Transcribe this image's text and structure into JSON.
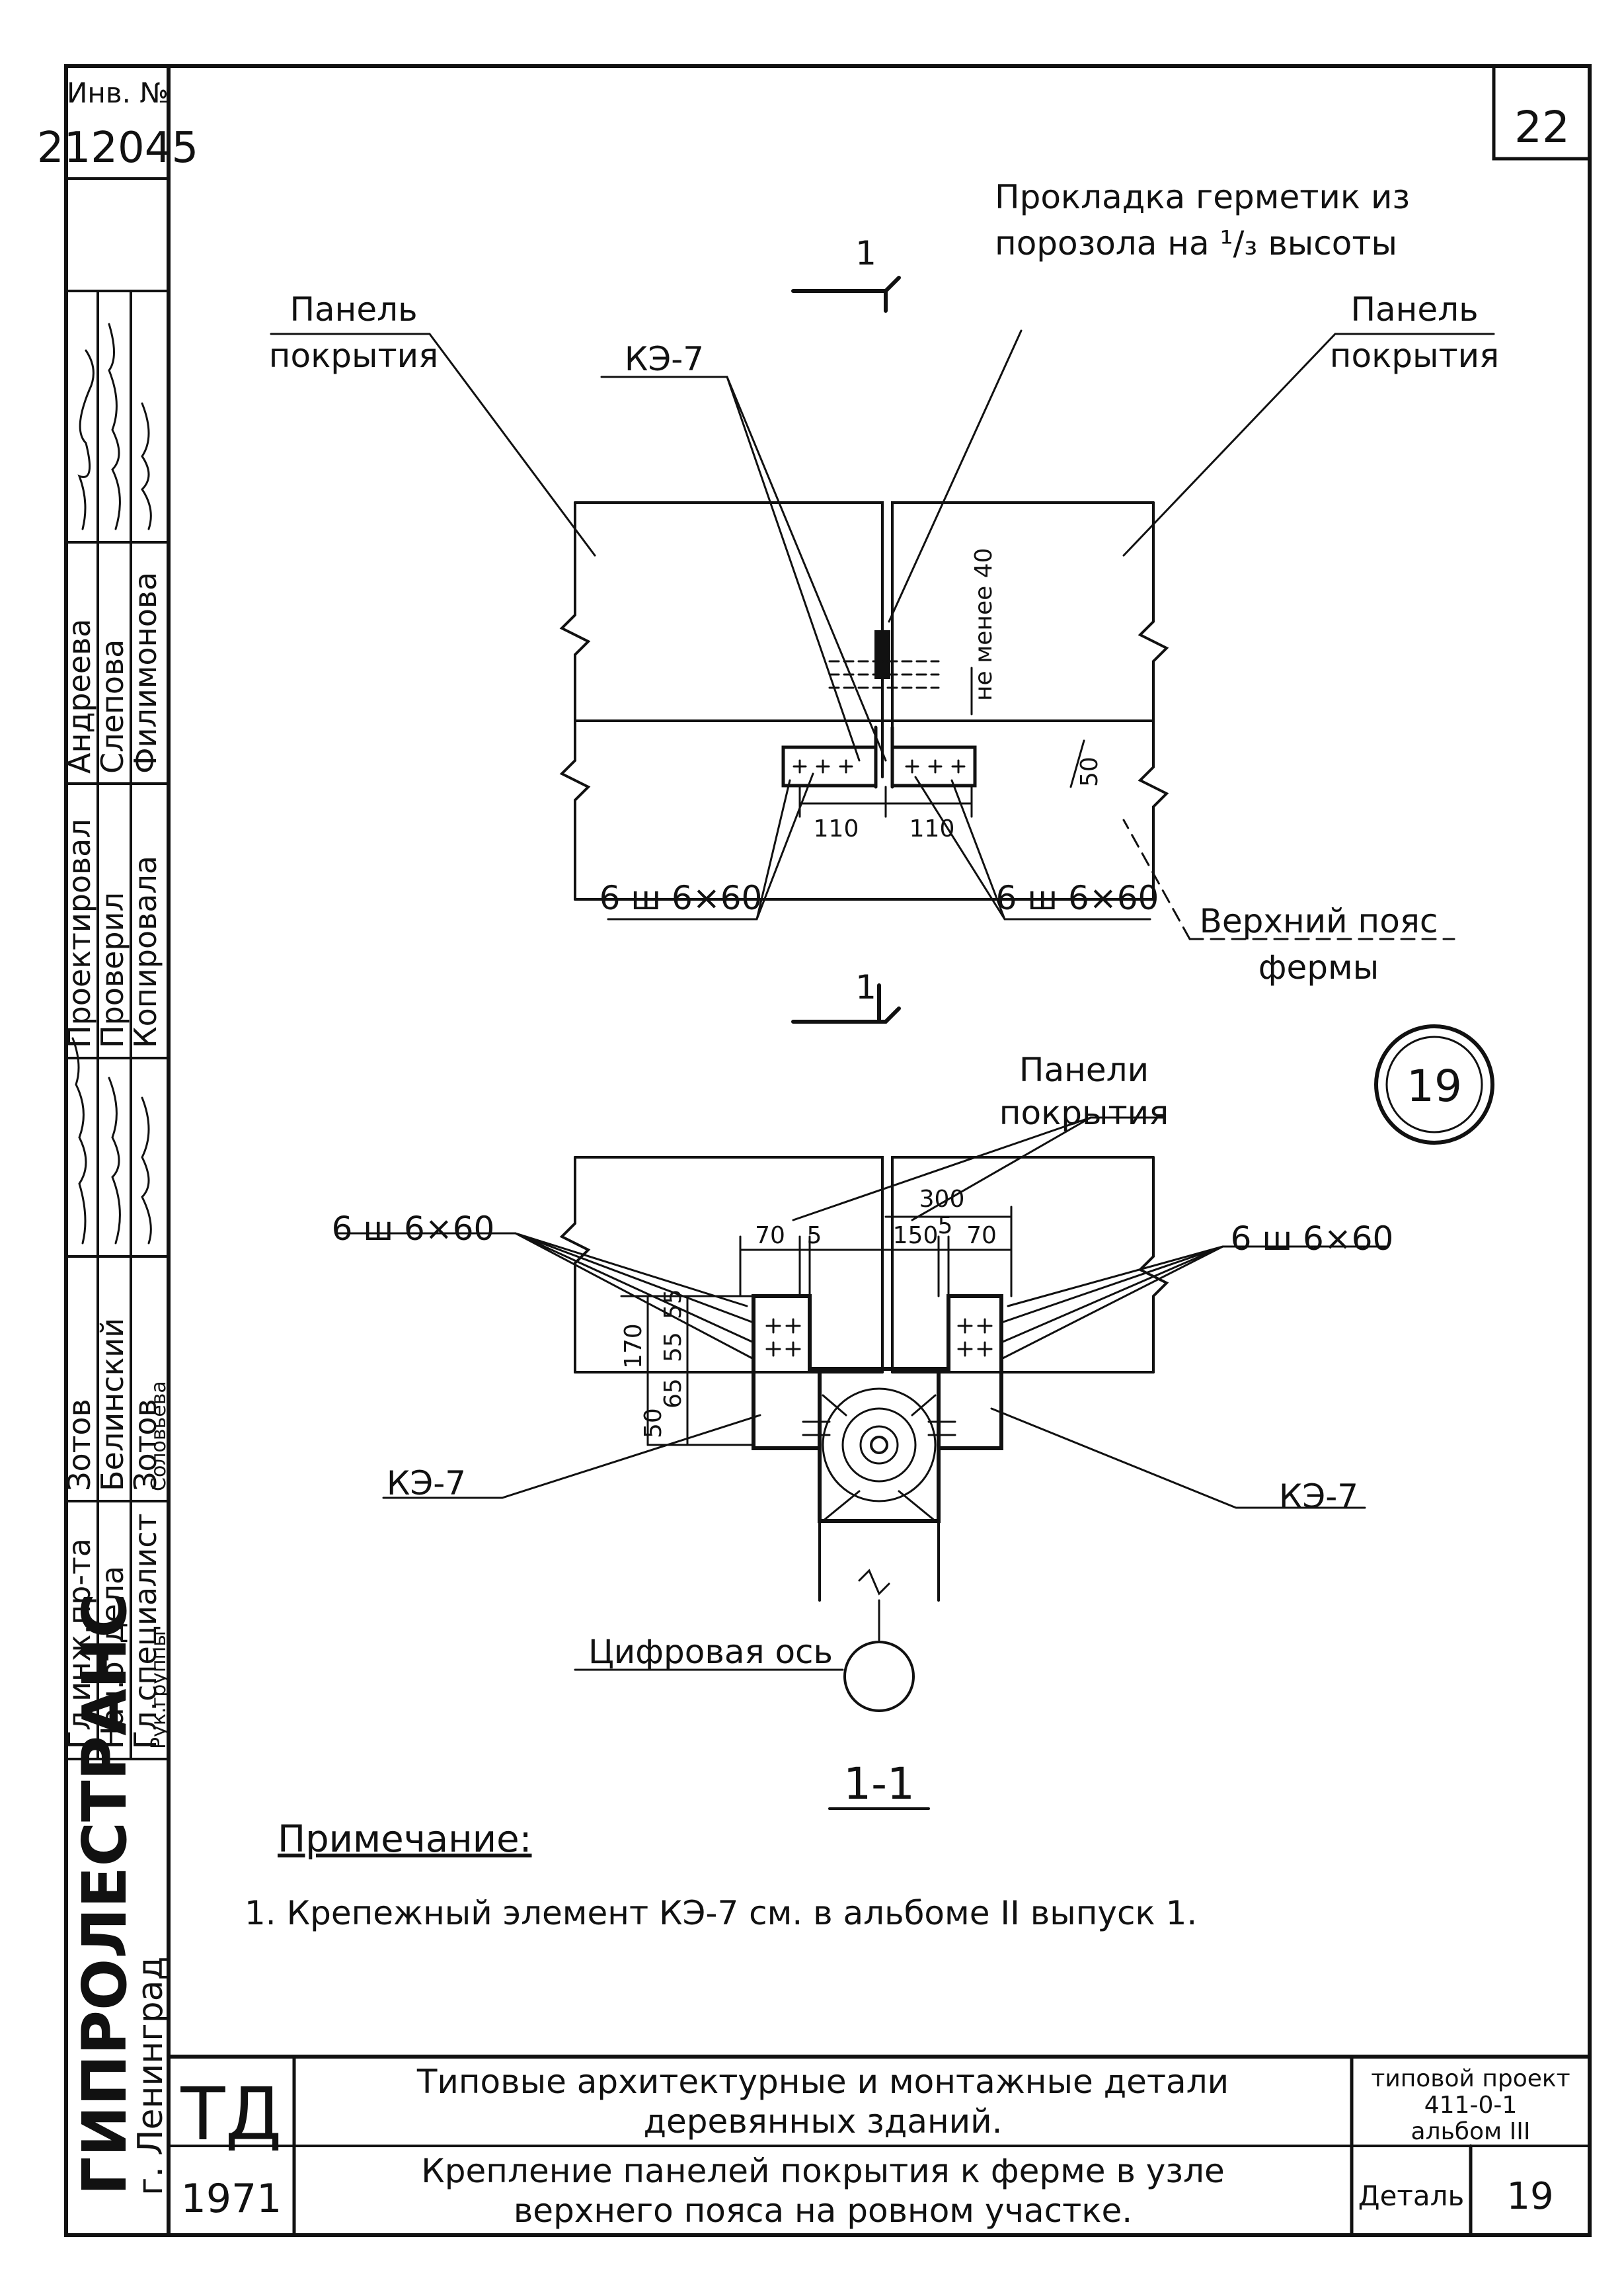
{
  "sheet_number": "22",
  "inventory": {
    "label": "Инв. №",
    "number": "212045"
  },
  "stamp": {
    "roles": [
      {
        "title": "Гл.инж.пр-та",
        "name": "Зотов"
      },
      {
        "title": "Нач.отдела",
        "name": "Белинский"
      },
      {
        "title": "Гл.специалист",
        "name": "Зотов"
      },
      {
        "title": "Рук.группы",
        "name": "Соловьева"
      }
    ],
    "actions": [
      {
        "title": "Проектировал",
        "name": "Андреева"
      },
      {
        "title": "Проверил",
        "name": "Слепова"
      },
      {
        "title": "Копировала",
        "name": "Филимонова"
      }
    ],
    "organization": "ГИПРОЛЕСТРАНС",
    "city": "г. Ленинград"
  },
  "top_view": {
    "section_mark": "1",
    "sealant_note_line1": "Прокладка герметик из",
    "sealant_note_line2": "порозола на ¹/₃ высоты",
    "panel_left_line1": "Панель",
    "panel_left_line2": "покрытия",
    "panel_right_line1": "Панель",
    "panel_right_line2": "покрытия",
    "fastener": "КЭ-7",
    "min_dim": "не менее 40",
    "dim_50": "50",
    "dim_left_110": "110",
    "dim_right_110": "110",
    "screws_left": "6 ш 6×60",
    "screws_right": "6 ш 6×60",
    "chord_line1": "Верхний пояс",
    "chord_line2": "фермы"
  },
  "detail_number": "19",
  "section_view": {
    "panels_line1": "Панели",
    "panels_line2": "покрытия",
    "dim_300": "300",
    "dim_70_left": "70",
    "dim_5_left": "5",
    "dim_150": "150",
    "dim_5_right": "5",
    "dim_70_right": "70",
    "screws_left": "6 ш 6×60",
    "screws_right": "6 ш 6×60",
    "dim_170": "170",
    "dim_55a": "55",
    "dim_55b": "55",
    "dim_50": "50",
    "dim_65": "65",
    "fastener_left": "КЭ-7",
    "fastener_right": "КЭ-7",
    "axis_label": "Цифровая ось",
    "section_title": "1-1"
  },
  "notes": {
    "heading": "Примечание:",
    "items": [
      "1. Крепежный элемент КЭ-7 см. в альбоме II выпуск 1."
    ]
  },
  "title_block": {
    "logo": "ТД",
    "year": "1971",
    "series_line1": "Типовые архитектурные и монтажные детали",
    "series_line2": "деревянных зданий.",
    "title_line1": "Крепление панелей покрытия к ферме в узле",
    "title_line2": "верхнего пояса на ровном участке.",
    "project_line1": "типовой проект",
    "project_line2": "411-0-1",
    "project_line3": "альбом III",
    "detail_label": "Деталь",
    "detail_value": "19"
  }
}
